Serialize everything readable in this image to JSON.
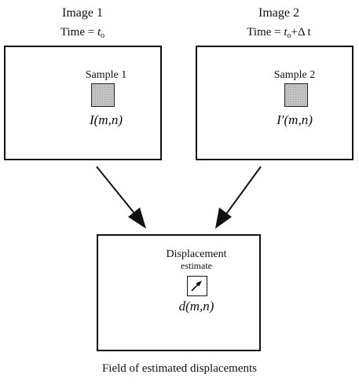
{
  "image1": {
    "title": "Image 1",
    "time_prefix": "Time = ",
    "time_var": "t",
    "time_sub": "o",
    "time_suffix": "",
    "sample_label": "Sample 1",
    "function_label": "I(m,n)"
  },
  "image2": {
    "title": "Image 2",
    "time_prefix": "Time = ",
    "time_var": "t",
    "time_sub": "o",
    "time_suffix": "+Δ t",
    "sample_label": "Sample 2",
    "function_label": "I′(m,n)"
  },
  "result": {
    "label_line1": "Displacement",
    "label_line2": "estimate",
    "function_label": "d(m,n)",
    "caption": "Field of estimated displacements"
  }
}
